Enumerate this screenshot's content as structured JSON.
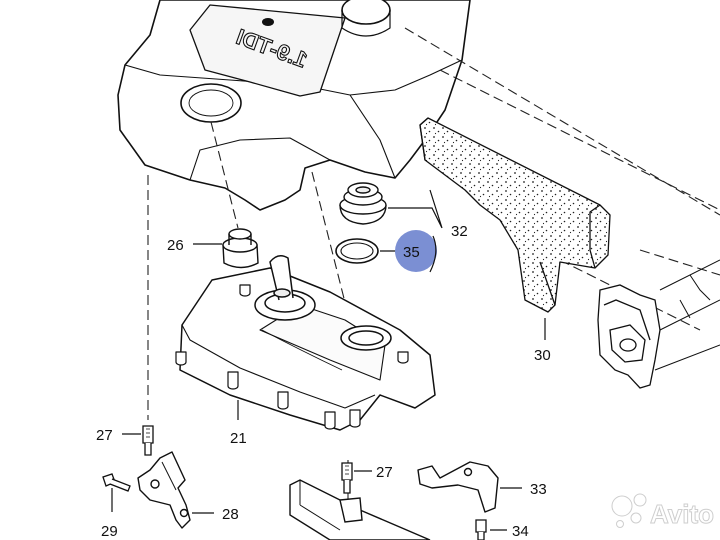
{
  "diagram": {
    "engine_marking": "1.9-TDI",
    "highlight_color": "#7b8fd3",
    "callouts": [
      {
        "id": "c26",
        "text": "26"
      },
      {
        "id": "c32",
        "text": "32"
      },
      {
        "id": "c35",
        "text": "35",
        "highlighted": true
      },
      {
        "id": "c30",
        "text": "30"
      },
      {
        "id": "c21",
        "text": "21"
      },
      {
        "id": "c27a",
        "text": "27"
      },
      {
        "id": "c27b",
        "text": "27"
      },
      {
        "id": "c33",
        "text": "33"
      },
      {
        "id": "c28",
        "text": "28"
      },
      {
        "id": "c29",
        "text": "29"
      },
      {
        "id": "c34",
        "text": "34"
      }
    ]
  },
  "watermark": {
    "text": "Avito",
    "icon": "avito-logo-icon"
  }
}
